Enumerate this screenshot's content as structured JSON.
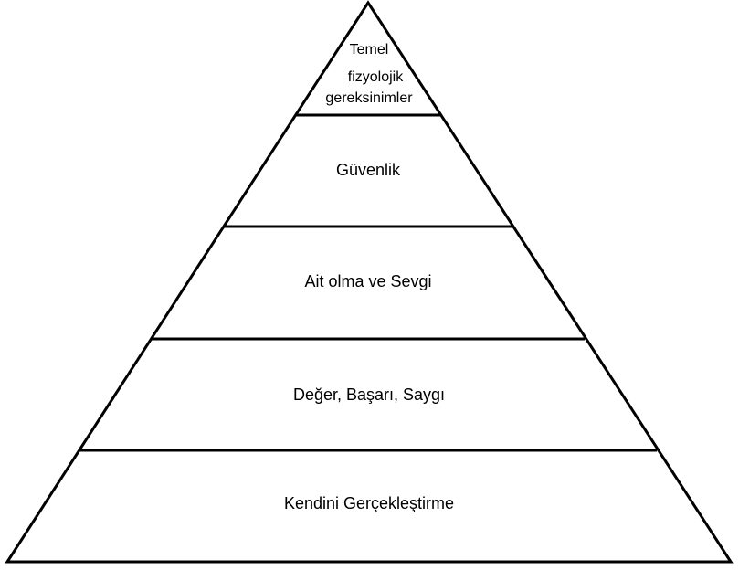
{
  "pyramid": {
    "levels": [
      {
        "label_lines": [
          "Temel",
          "fizyolojik",
          "gereksinimler"
        ]
      },
      {
        "label": "Güvenlik"
      },
      {
        "label": "Ait olma ve Sevgi"
      },
      {
        "label": "Değer, Başarı, Saygı"
      },
      {
        "label": "Kendini Gerçekleştirme"
      }
    ],
    "stroke_color": "#000000"
  }
}
